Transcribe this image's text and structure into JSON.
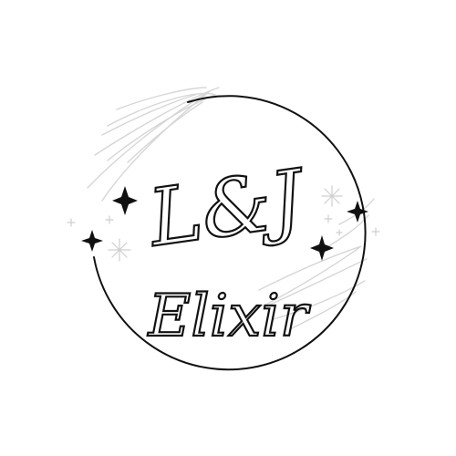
{
  "logo": {
    "monogram": "L&J",
    "name": "Elixir",
    "colors": {
      "background": "#ffffff",
      "ink": "#111111",
      "swirl": "#d6d6d6",
      "sparkle_light": "#cfcfcf"
    },
    "icons": [
      "circle-ring",
      "swirl-lines",
      "four-point-star",
      "sparkle"
    ]
  }
}
